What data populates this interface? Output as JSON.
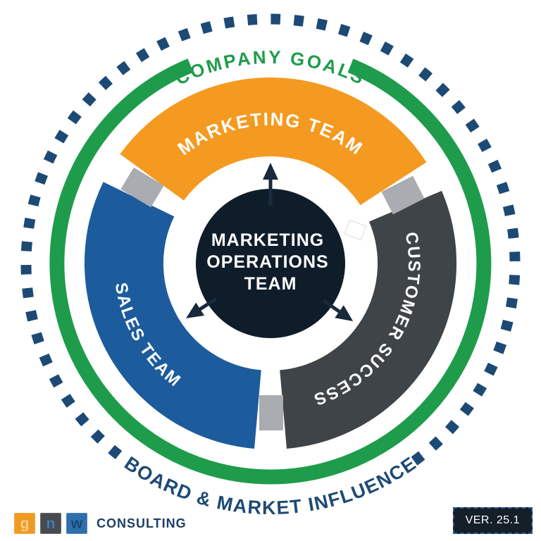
{
  "diagram": {
    "top_ring_label": "COMPANY GOALS",
    "bottom_ring_label": "BOARD & MARKET INFLUENCE",
    "center": {
      "line1": "MARKETING",
      "line2": "OPERATIONS",
      "line3": "TEAM"
    },
    "segments": [
      {
        "label": "MARKETING TEAM",
        "color": "#F49A21"
      },
      {
        "label": "SALES TEAM",
        "color": "#1C5C9D"
      },
      {
        "label": "CUSTOMER SUCCESS",
        "color": "#3F4448"
      }
    ],
    "colors": {
      "ring_green": "#1E9C4B",
      "navy": "#1D4A75",
      "arrow_navy": "#182A3C",
      "center_circle": "#0F1D2B",
      "connector_gray": "#A9ACB0",
      "label_white": "#FFFFFF",
      "background": "#FFFFFF"
    }
  },
  "footer": {
    "logo": {
      "letters": [
        "g",
        "n",
        "w"
      ],
      "text": "CONSULTING"
    },
    "version": "VER. 25.1"
  }
}
